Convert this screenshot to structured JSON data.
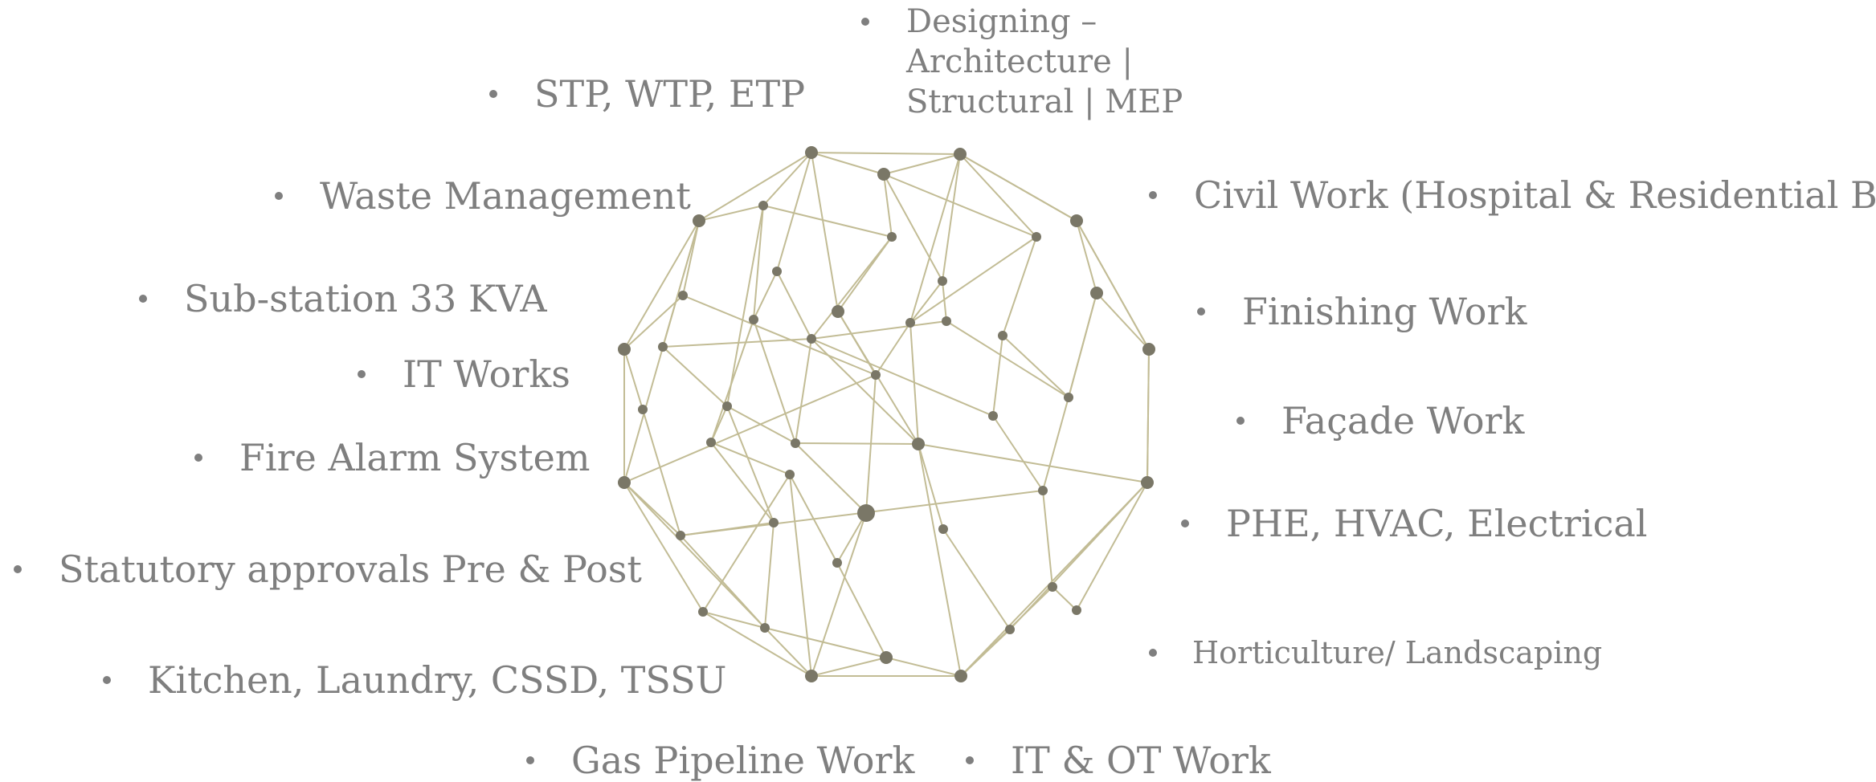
{
  "services": {
    "left": [
      {
        "id": "stp",
        "label": "STP, WTP, ETP"
      },
      {
        "id": "waste",
        "label": "Waste Management"
      },
      {
        "id": "substation",
        "label": "Sub-station 33 KVA"
      },
      {
        "id": "it",
        "label": "IT Works"
      },
      {
        "id": "fire",
        "label": "Fire Alarm System"
      },
      {
        "id": "statutory",
        "label": "Statutory approvals Pre & Post"
      },
      {
        "id": "kitchen",
        "label": "Kitchen, Laundry, CSSD, TSSU"
      }
    ],
    "right": [
      {
        "id": "civil",
        "label": "Civil Work (Hospital & Residential Block)"
      },
      {
        "id": "finishing",
        "label": "Finishing Work"
      },
      {
        "id": "facade",
        "label": "Façade Work"
      },
      {
        "id": "phe",
        "label": "PHE, HVAC, Electrical"
      },
      {
        "id": "horticulture",
        "label": "Horticulture/ Landscaping"
      }
    ],
    "top": {
      "id": "designing",
      "label": "Designing –\nArchitecture |\nStructural | MEP"
    },
    "bottom": [
      {
        "id": "gas",
        "label": "Gas Pipeline Work"
      },
      {
        "id": "itot",
        "label": "IT & OT Work"
      }
    ]
  },
  "colors": {
    "text": "#7f7f7f",
    "network_line": "#c2bc95",
    "network_node": "#7a7767"
  }
}
